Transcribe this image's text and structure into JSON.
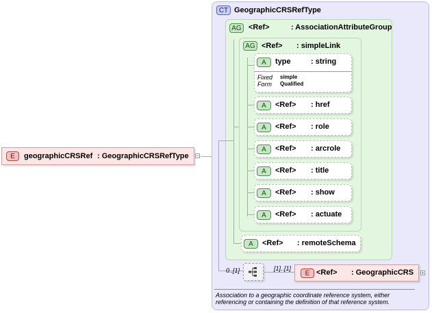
{
  "root_element": {
    "badge": "E",
    "name": "geographicCRSRef",
    "type": ": GeographicCRSRefType"
  },
  "complex_type": {
    "badge": "CT",
    "name": "GeographicCRSRefType"
  },
  "attribute_group_outer": {
    "badge": "AG",
    "ref": "<Ref>",
    "name": ": AssociationAttributeGroup"
  },
  "attribute_group_inner": {
    "badge": "AG",
    "ref": "<Ref>",
    "name": ": simpleLink"
  },
  "type_attribute": {
    "badge": "A",
    "name": "type",
    "type": ": string",
    "fixed_label": "Fixed",
    "fixed_value": "simple",
    "form_label": "Form",
    "form_value": "Qualified"
  },
  "ref_attributes": [
    {
      "badge": "A",
      "ref": "<Ref>",
      "name": ": href"
    },
    {
      "badge": "A",
      "ref": "<Ref>",
      "name": ": role"
    },
    {
      "badge": "A",
      "ref": "<Ref>",
      "name": ": arcrole"
    },
    {
      "badge": "A",
      "ref": "<Ref>",
      "name": ": title"
    },
    {
      "badge": "A",
      "ref": "<Ref>",
      "name": ": show"
    },
    {
      "badge": "A",
      "ref": "<Ref>",
      "name": ": actuate"
    }
  ],
  "remote_schema": {
    "badge": "A",
    "ref": "<Ref>",
    "name": ": remoteSchema"
  },
  "sequence": {
    "min_occurs": "0..[1]",
    "child_occurs": "[1]..[1]"
  },
  "child_element": {
    "badge": "E",
    "ref": "<Ref>",
    "name": ": GeographicCRS"
  },
  "documentation": "Association to a geographic coordinate reference system, either referencing or containing the definition of that reference system.",
  "toggle_symbol": "−",
  "toggle_plus": "+"
}
